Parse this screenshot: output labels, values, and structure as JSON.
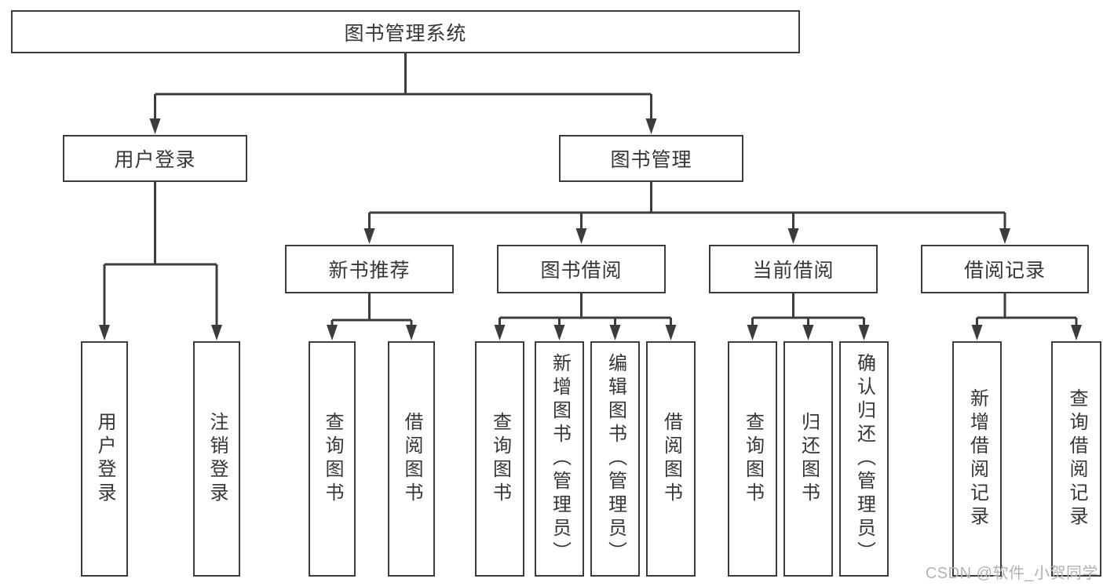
{
  "tree": {
    "root": "图书管理系统",
    "l2": [
      "用户登录",
      "图书管理"
    ],
    "l3": [
      "新书推荐",
      "图书借阅",
      "当前借阅",
      "借阅记录"
    ],
    "leaves": {
      "user": [
        "用户登录",
        "注销登录"
      ],
      "newbook": [
        "查询图书",
        "借阅图书"
      ],
      "borrow": [
        "查询图书",
        "新增图书（管理员）",
        "编辑图书（管理员）",
        "借阅图书"
      ],
      "current": [
        "查询图书",
        "归还图书",
        "确认归还（管理员）"
      ],
      "records": [
        "新增借阅记录",
        "查询借阅记录"
      ]
    }
  },
  "colors": {
    "line": "#3c3c3c",
    "text": "#363636",
    "watermark": "#b3b3b3",
    "background": "#ffffff"
  },
  "watermark": {
    "text": "CSDN @软件_小贺同学"
  }
}
